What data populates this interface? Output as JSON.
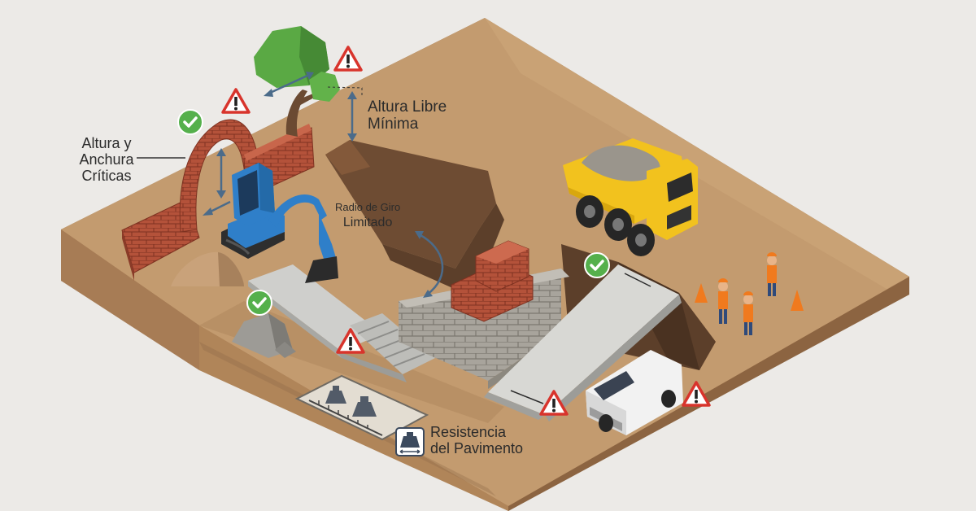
{
  "labels": {
    "altura_libre": [
      "Altura Libre",
      "Mínima"
    ],
    "altura_anchura": [
      "Altura y",
      "Anchura",
      "Críticas"
    ],
    "radio_giro_small": "Radio de Giro",
    "radio_giro_big": "Limitado",
    "resistencia": [
      "Resistencia",
      "del Pavimento"
    ]
  },
  "colors": {
    "ground_top": "#c39b6f",
    "ground_side": "#a77c55",
    "brick": "#b4523a",
    "excavator": "#2f7fc9",
    "truck": "#f2c21e",
    "tree": "#5aa944",
    "warning": "#d8342c",
    "check": "#55b04c",
    "vest": "#f07a1e"
  },
  "icons": {
    "check": "check-icon",
    "warning": "warning-icon",
    "weight": "weight-icon"
  }
}
